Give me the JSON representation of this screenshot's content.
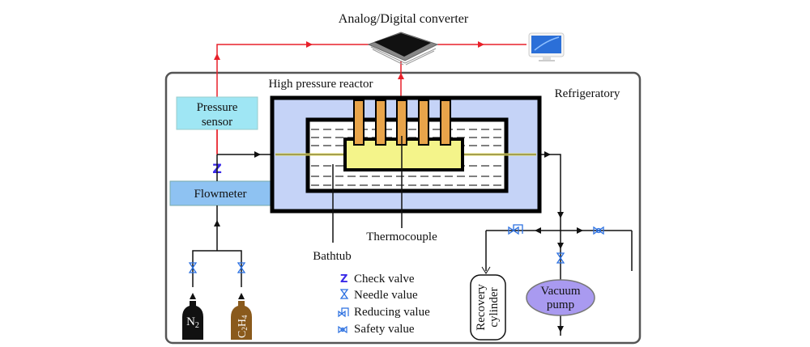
{
  "title": "Analog/Digital converter",
  "labels": {
    "reactor": "High pressure reactor",
    "refrigeratory": "Refrigeratory",
    "pressure_sensor_line1": "Pressure",
    "pressure_sensor_line2": "sensor",
    "flowmeter": "Flowmeter",
    "thermocouple": "Thermocouple",
    "bathtub": "Bathtub",
    "recovery_line1": "Recovery",
    "recovery_line2": "cylinder",
    "vacuum_line1": "Vacuum",
    "vacuum_line2": "pump",
    "n2": "N",
    "n2_sub": "2",
    "c2h4_c": "C",
    "c2h4_sub1": "2",
    "c2h4_h": "H",
    "c2h4_sub2": "4"
  },
  "legend": [
    {
      "icon": "check-valve",
      "label": "Check valve"
    },
    {
      "icon": "needle-valve",
      "label": "Needle value"
    },
    {
      "icon": "reducing-valve",
      "label": "Reducing value"
    },
    {
      "icon": "safety-valve",
      "label": "Safety value"
    }
  ],
  "colors": {
    "signal": "#e8202a",
    "pipe": "#111111",
    "sensor_fill": "#9fe6f4",
    "flowmeter_fill": "#8ec2f2",
    "reactor_fill": "#c5d3f7",
    "heater_fill": "#f4f48a",
    "thermo_fill": "#e8a44a",
    "vacuum_fill": "#a99af0",
    "valve_blue": "#2a6fe0",
    "check_blue": "#3a2ae8",
    "n2_cylinder": "#111111",
    "c2h4_cylinder": "#8a5a1c"
  }
}
